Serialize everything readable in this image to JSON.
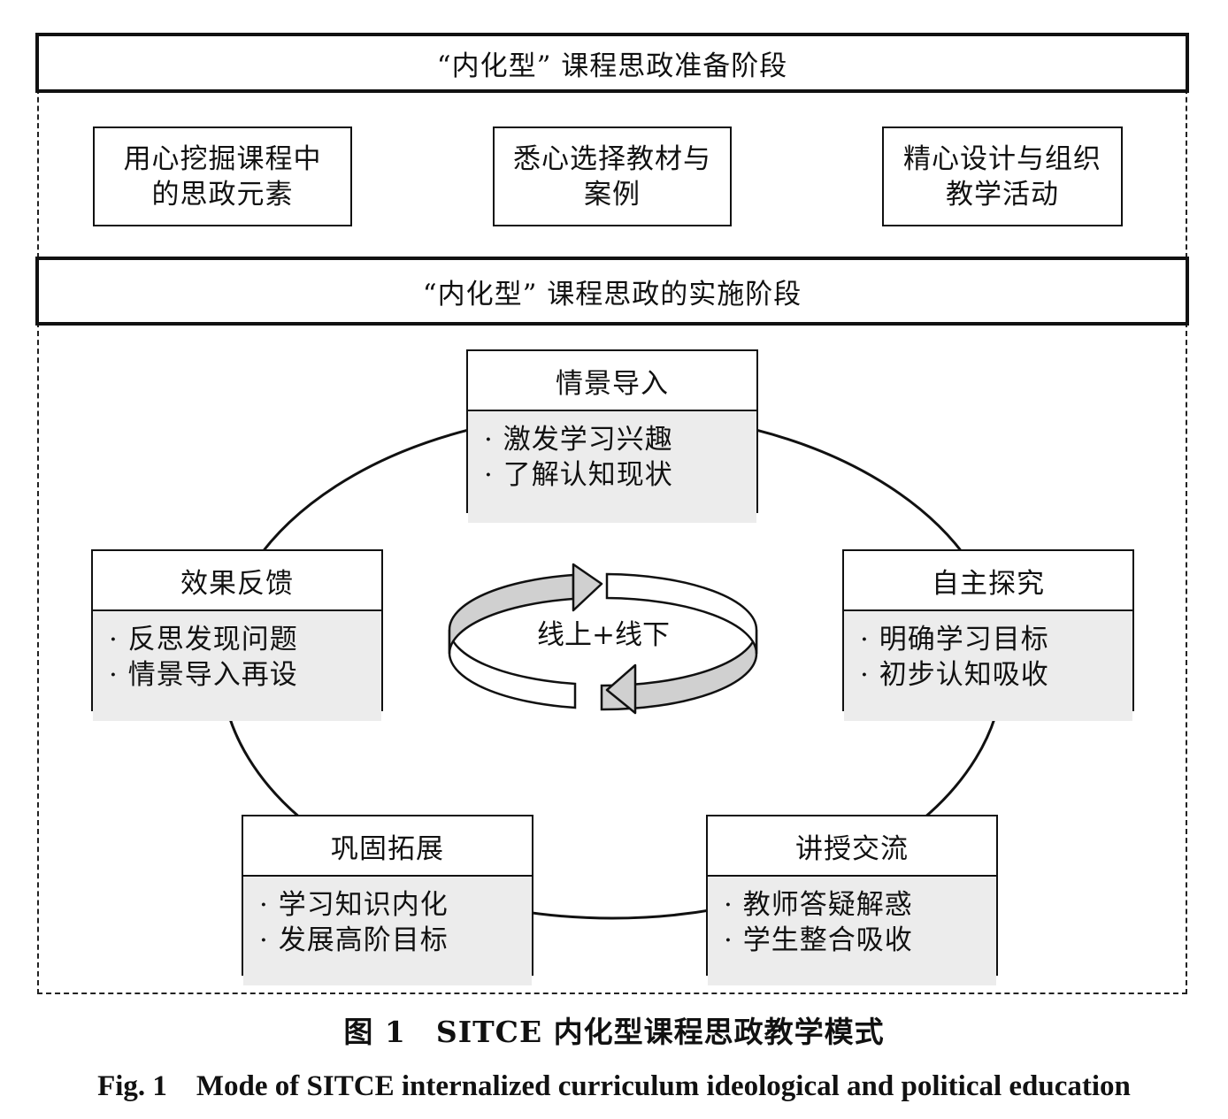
{
  "prep_stage": {
    "title": "“内化型” 课程思政准备阶段",
    "boxes": [
      {
        "line1": "用心挖掘课程中",
        "line2": "的思政元素"
      },
      {
        "line1": "悉心选择教材与",
        "line2": "案例"
      },
      {
        "line1": "精心设计与组织",
        "line2": "教学活动"
      }
    ]
  },
  "impl_stage": {
    "title": "“内化型” 课程思政的实施阶段",
    "center_label": "线上+线下",
    "steps": [
      {
        "title": "情景导入",
        "items": [
          "· 激发学习兴趣",
          "· 了解认知现状"
        ]
      },
      {
        "title": "自主探究",
        "items": [
          "· 明确学习目标",
          "· 初步认知吸收"
        ]
      },
      {
        "title": "讲授交流",
        "items": [
          "· 教师答疑解惑",
          "· 学生整合吸收"
        ]
      },
      {
        "title": "巩固拓展",
        "items": [
          "· 学习知识内化",
          "· 发展高阶目标"
        ]
      },
      {
        "title": "效果反馈",
        "items": [
          "· 反思发现问题",
          "· 情景导入再设"
        ]
      }
    ]
  },
  "caption": {
    "cn": "图 1　SITCE 内化型课程思政教学模式",
    "en": "Fig. 1　Mode of SITCE internalized curriculum ideological and political education"
  },
  "colors": {
    "line": "#111111",
    "box_fill": "#ececec",
    "arrow_fill": "#d0d0d0"
  }
}
